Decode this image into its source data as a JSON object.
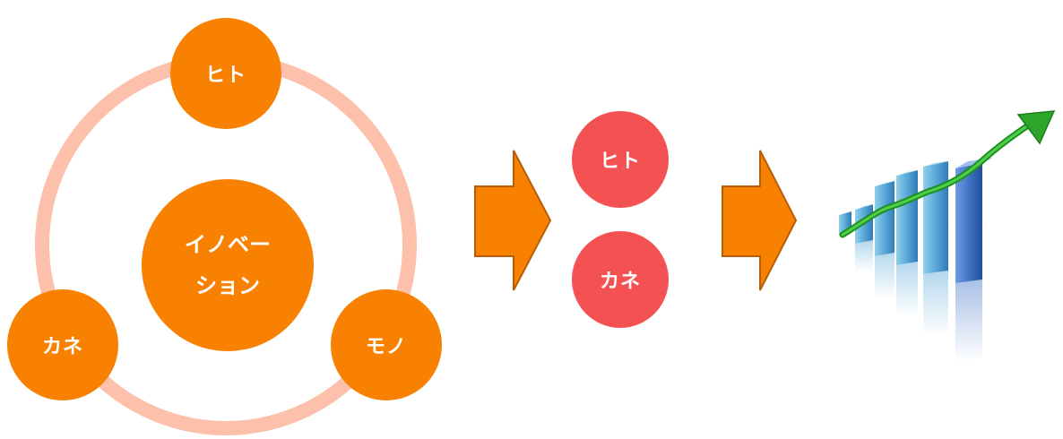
{
  "cycle": {
    "center_label": "イノベーション",
    "center_line1": "イノベー",
    "center_line2": "ション",
    "nodes": [
      {
        "id": "hito",
        "label": "ヒト"
      },
      {
        "id": "kane",
        "label": "カネ"
      },
      {
        "id": "mono",
        "label": "モノ"
      }
    ],
    "ring_color": "#fdc0ab",
    "node_color": "#f98102"
  },
  "middle": {
    "nodes": [
      {
        "id": "hito",
        "label": "ヒト"
      },
      {
        "id": "kane",
        "label": "カネ"
      }
    ],
    "node_color": "#f45153"
  },
  "arrows": {
    "fill": "#f98102",
    "stroke": "#b55d08"
  },
  "growth_image": {
    "bar_color": "#5aa8d8",
    "last_bar_color": "#3f74c6",
    "trend_arrow_color": "#2da52b",
    "icon": "growth-chart-icon"
  }
}
